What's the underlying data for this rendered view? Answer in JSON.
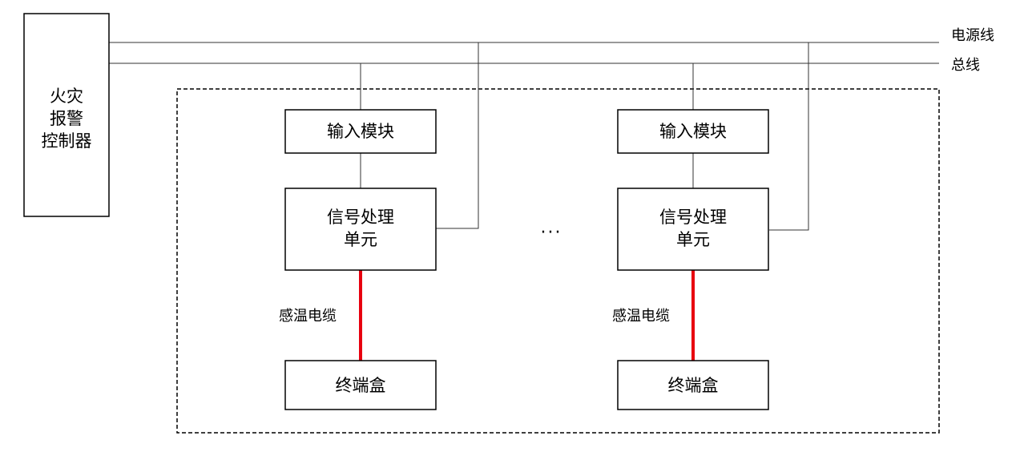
{
  "controller": {
    "lines": [
      "火灾",
      "报警",
      "控制器"
    ]
  },
  "bus_labels": {
    "power_line": "电源线",
    "bus_line": "总线"
  },
  "units": [
    {
      "input_module": "输入模块",
      "signal_unit_lines": [
        "信号处理",
        "单元"
      ],
      "cable_label": "感温电缆",
      "terminal_box": "终端盒"
    },
    {
      "input_module": "输入模块",
      "signal_unit_lines": [
        "信号处理",
        "单元"
      ],
      "cable_label": "感温电缆",
      "terminal_box": "终端盒"
    }
  ],
  "ellipsis": "···",
  "colors": {
    "cable": "#e8000f",
    "line": "#333333",
    "border": "#000000"
  }
}
